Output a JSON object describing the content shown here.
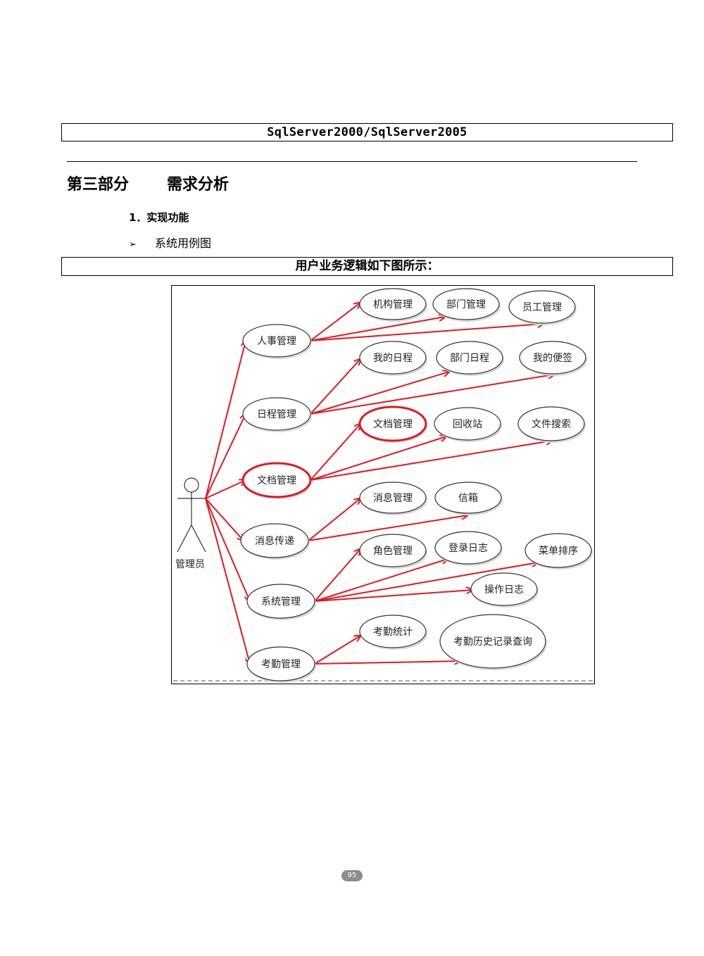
{
  "header": {
    "db_label": "SqlServer2000/SqlServer2005"
  },
  "section": {
    "part": "第三部分",
    "name": "需求分析"
  },
  "subheading": "1．实现功能",
  "bullet": {
    "marker": "➢",
    "text": "系统用例图"
  },
  "caption": "用户业务逻辑如下图所示：",
  "diagram": {
    "actor": "管理员",
    "modules": [
      "人事管理",
      "日程管理",
      "文档管理",
      "消息传递",
      "系统管理",
      "考勤管理"
    ],
    "functions": {
      "hr": [
        "机构管理",
        "部门管理",
        "员工管理"
      ],
      "schedule": [
        "我的日程",
        "部门日程",
        "我的便签"
      ],
      "docs": [
        "文档管理",
        "回收站",
        "文件搜索"
      ],
      "msg": [
        "消息管理",
        "信箱"
      ],
      "sys": [
        "角色管理",
        "登录日志",
        "菜单排序",
        "操作日志"
      ],
      "attend": [
        "考勤统计",
        "考勤历史记录查询"
      ]
    },
    "highlight_color": "#e0191e",
    "stroke_color": "#333333"
  },
  "page_number": "95"
}
